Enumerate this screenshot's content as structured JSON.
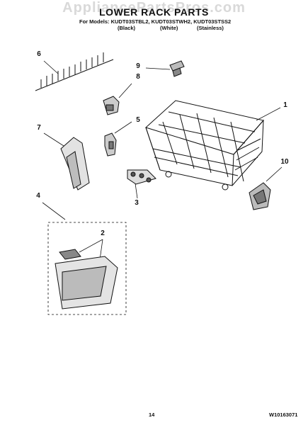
{
  "watermark": "AppliancePartsPros.com",
  "title": "LOWER RACK PARTS",
  "models_line": "For Models: KUDT03STBL2, KUDT03STWH2, KUDT03STSS2",
  "variants": [
    "(Black)",
    "(White)",
    "(Stainless)"
  ],
  "callouts": [
    "1",
    "2",
    "3",
    "4",
    "5",
    "6",
    "7",
    "8",
    "9",
    "10"
  ],
  "footer": {
    "page_number": "14",
    "doc_number": "W10163071"
  }
}
